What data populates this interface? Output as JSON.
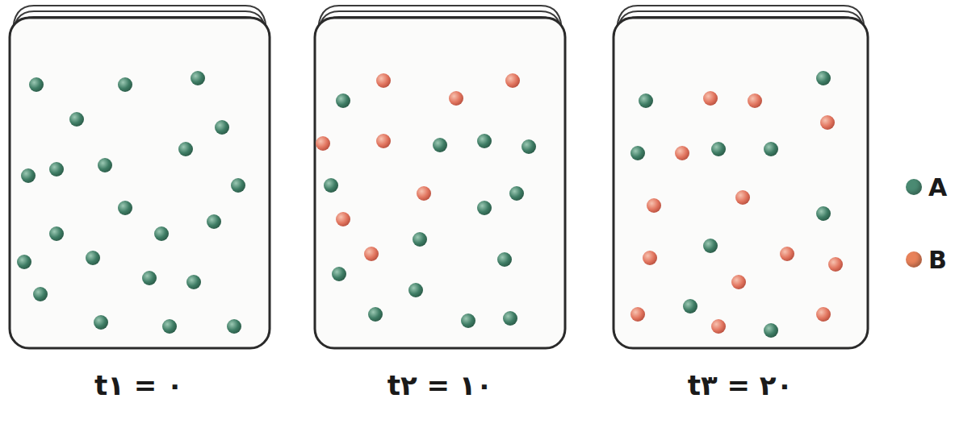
{
  "diagram": {
    "labels": [
      "t۱ = ۰",
      "t۲ = ۱۰",
      "t۳ = ۲۰"
    ],
    "legend": [
      {
        "text": "A",
        "color": "#4a8a72"
      },
      {
        "text": "B",
        "color": "#e8825a"
      }
    ]
  }
}
